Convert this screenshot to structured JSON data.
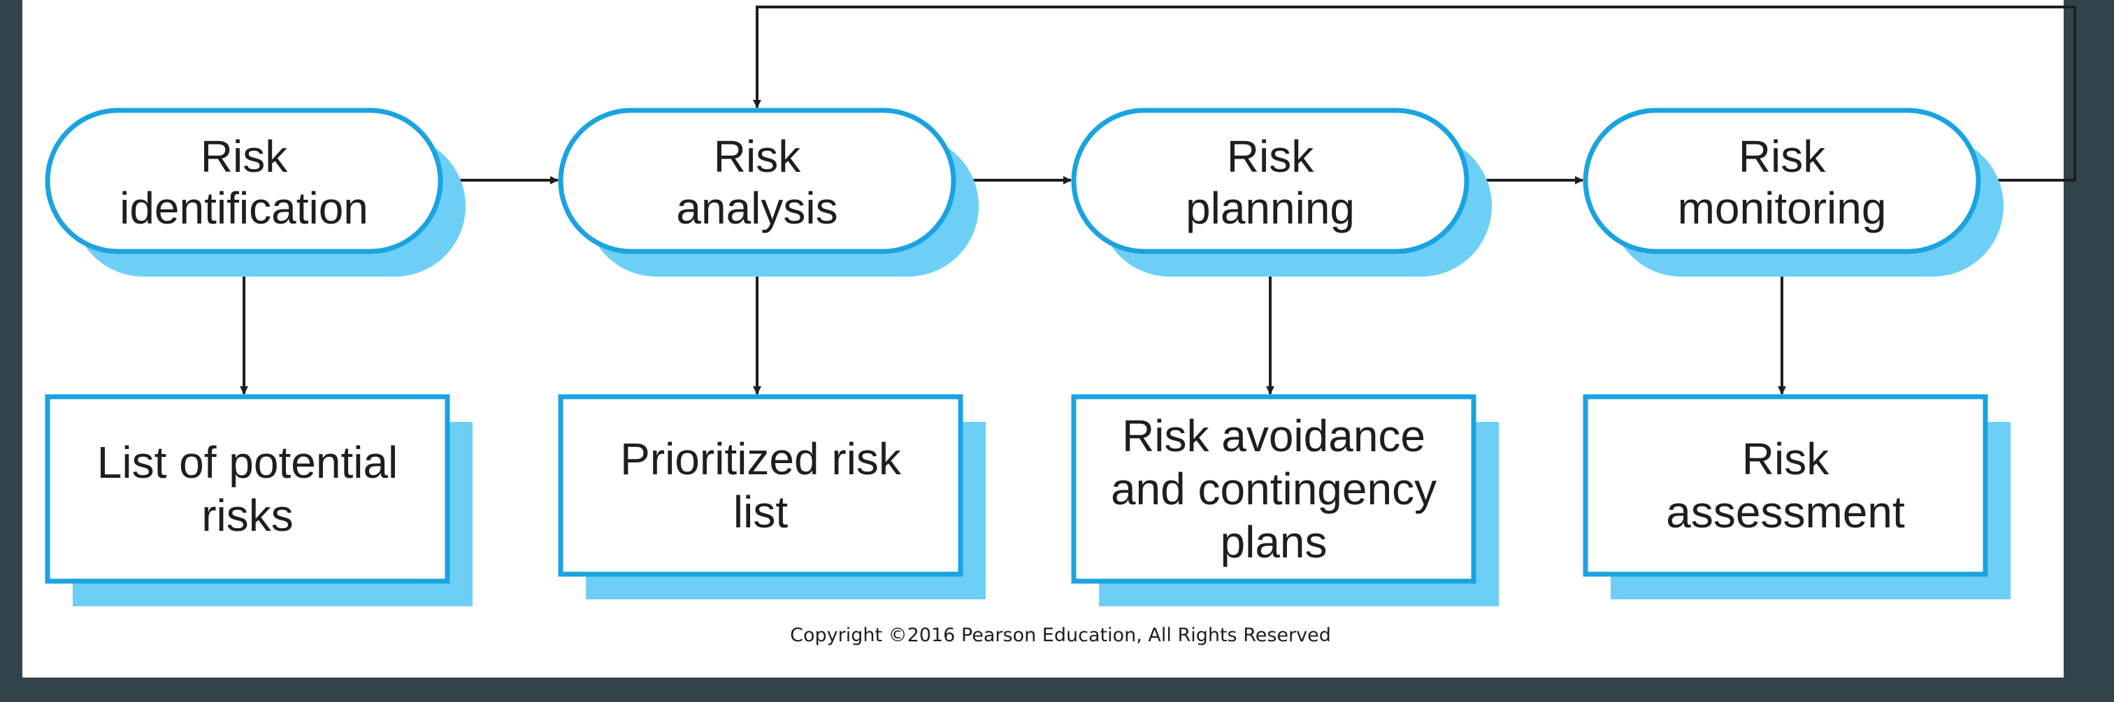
{
  "diagram": {
    "stages": [
      {
        "id": "identification",
        "lines": [
          "Risk",
          "identification"
        ]
      },
      {
        "id": "analysis",
        "lines": [
          "Risk",
          "analysis"
        ]
      },
      {
        "id": "planning",
        "lines": [
          "Risk",
          "planning"
        ]
      },
      {
        "id": "monitoring",
        "lines": [
          "Risk",
          "monitoring"
        ]
      }
    ],
    "outputs": [
      {
        "id": "potential-risks",
        "lines": [
          "List of potential",
          "risks"
        ]
      },
      {
        "id": "prioritized-list",
        "lines": [
          "Prioritized risk",
          "list"
        ]
      },
      {
        "id": "avoidance-plans",
        "lines": [
          "Risk avoidance",
          "and contingency",
          "plans"
        ]
      },
      {
        "id": "risk-assessment",
        "lines": [
          "Risk",
          "assessment"
        ]
      }
    ],
    "copyright": "Copyright ©2016 Pearson Education, All Rights Reserved",
    "colors": {
      "outline": "#1aa3e0",
      "shadow": "#6dcff6",
      "fill": "#ffffff",
      "arrow": "#1e1e1e",
      "frame": "#33434b",
      "background": "#ffffff"
    }
  }
}
